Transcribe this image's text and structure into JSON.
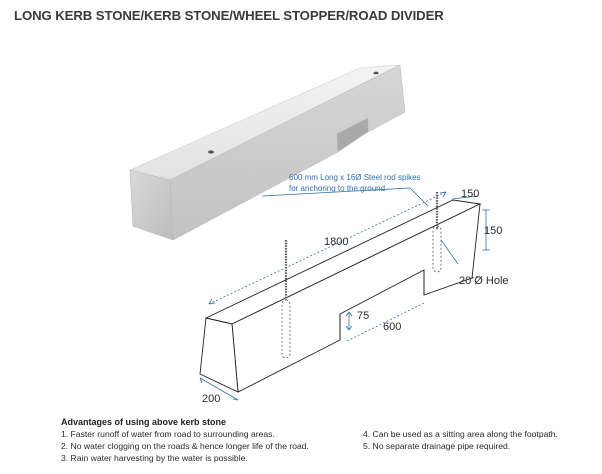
{
  "title": "LONG KERB STONE/KERB STONE/WHEEL STOPPER/ROAD DIVIDER",
  "drawing": {
    "callout": [
      "600 mm Long x 16Ø Steel rod spikes",
      "for anchoring to the ground"
    ],
    "dims": {
      "length": "1800",
      "top_width": "150",
      "height": "150",
      "hole": "20 Ø Hole",
      "gap_height": "75",
      "gap_length": "600",
      "base_width": "200"
    },
    "colors": {
      "dimension": "#2f6fb3",
      "outline": "#222222",
      "rod": "#555555"
    }
  },
  "advantages": {
    "heading": "Advantages of using above kerb stone",
    "left": [
      "1. Faster runoff of water from road to surrounding areas.",
      "2. No water clogging on the roads & hence longer life of the road.",
      "3. Rain water harvesting by the water is possible."
    ],
    "right": [
      "4. Can be used as a sitting area along the footpath.",
      "5. No separate drainage pipe required."
    ]
  }
}
